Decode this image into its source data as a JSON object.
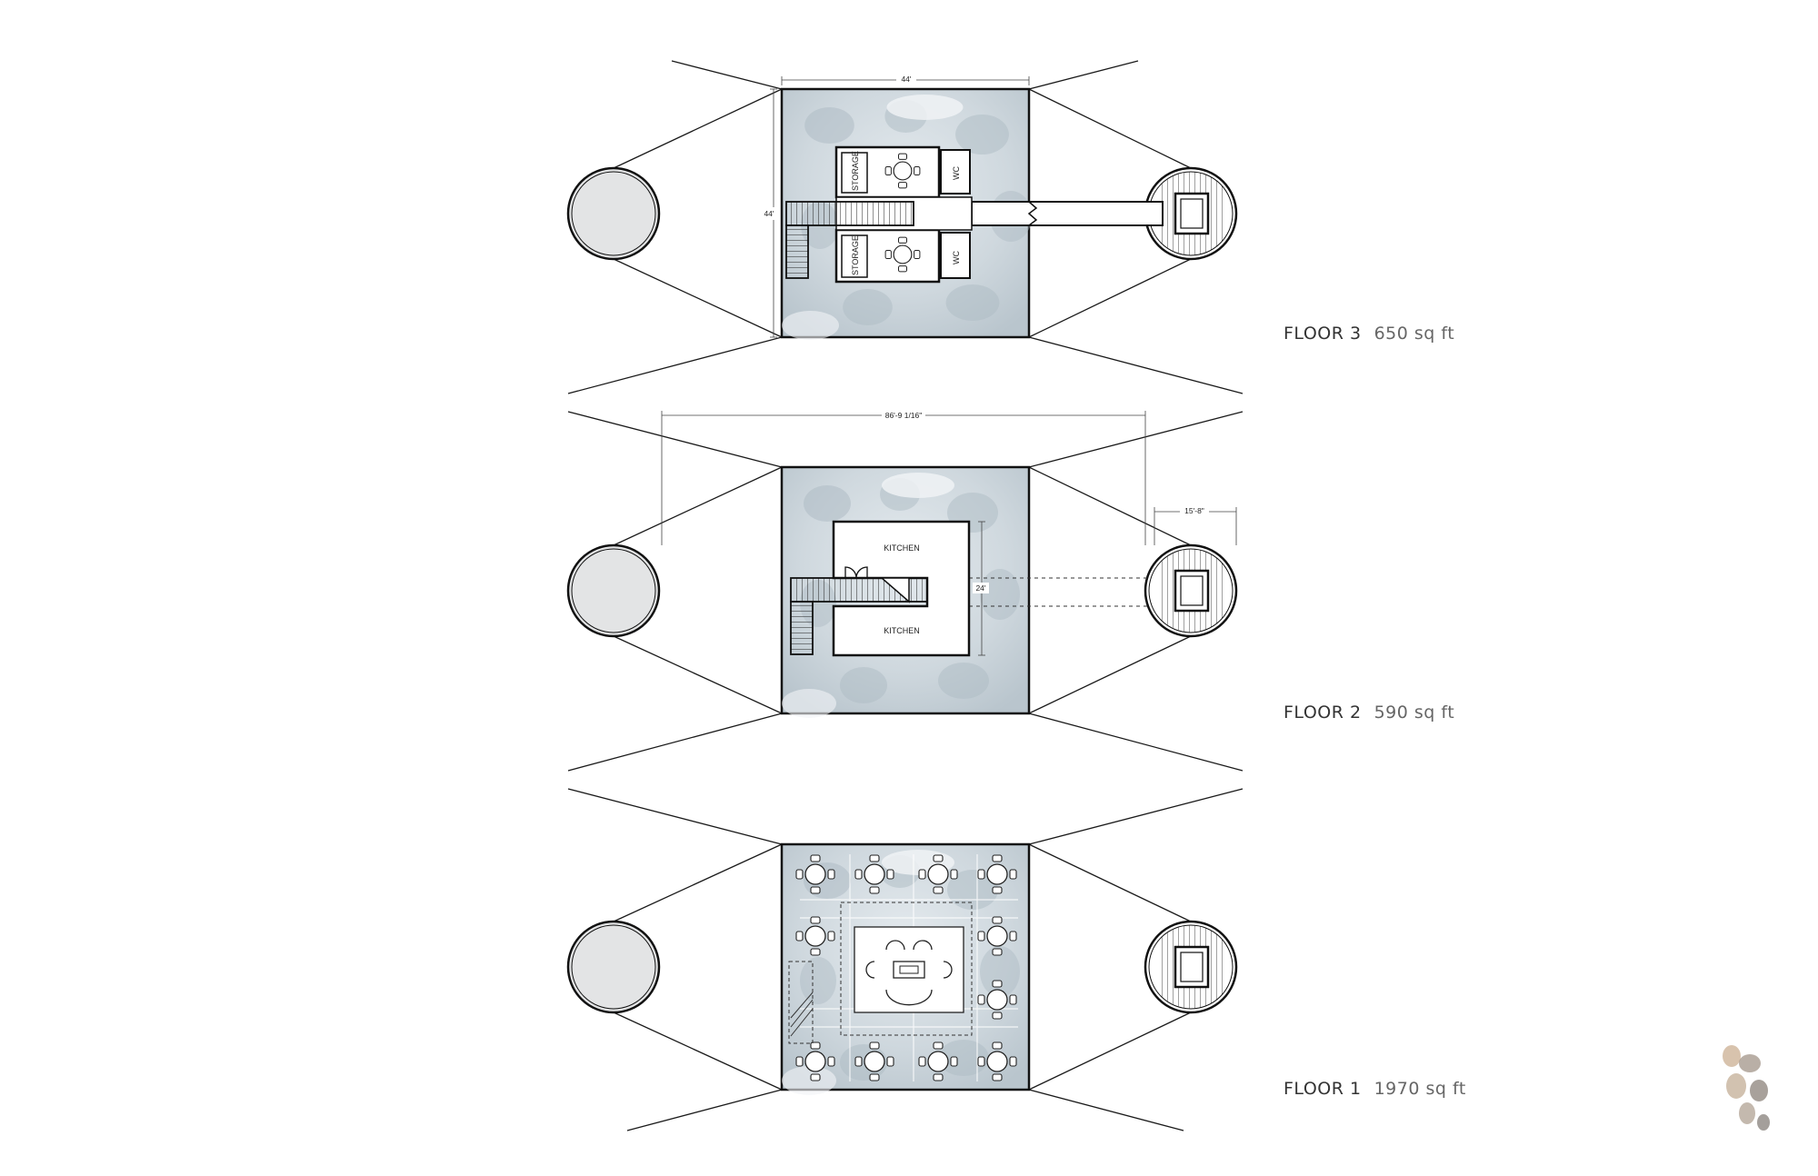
{
  "floors": [
    {
      "label": "FLOOR 3",
      "area": "650 sq ft",
      "dimensions": {
        "width": "44'",
        "depth": "44'"
      },
      "rooms": [
        "STORAGE",
        "WC",
        "STORAGE",
        "WC"
      ]
    },
    {
      "label": "FLOOR 2",
      "area": "590 sq ft",
      "dimensions": {
        "overall": "86'-9 1/16\"",
        "tower": "15'-8\"",
        "core": "24'"
      },
      "rooms": [
        "KITCHEN",
        "KITCHEN"
      ]
    },
    {
      "label": "FLOOR 1",
      "area": "1970 sq ft",
      "rooms": []
    }
  ],
  "colors": {
    "line": "#1a1a1a",
    "floor_fill": "#c9d3d9",
    "circle_fill": "#e3e4e5",
    "label_text": "#333333"
  },
  "icons": [
    "logo-mark-icon"
  ]
}
